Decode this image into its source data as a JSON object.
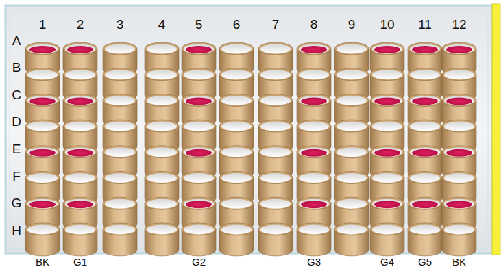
{
  "diagram": {
    "labels": [
      "1",
      "2",
      "3",
      "4",
      "5",
      "6",
      "7",
      "8",
      "9",
      "10",
      "11",
      "12",
      "A",
      "B",
      "C",
      "D",
      "E",
      "F",
      "G",
      "H",
      "BK",
      "G1",
      "G2",
      "G3",
      "G4",
      "G5",
      "BK"
    ]
  }
}
